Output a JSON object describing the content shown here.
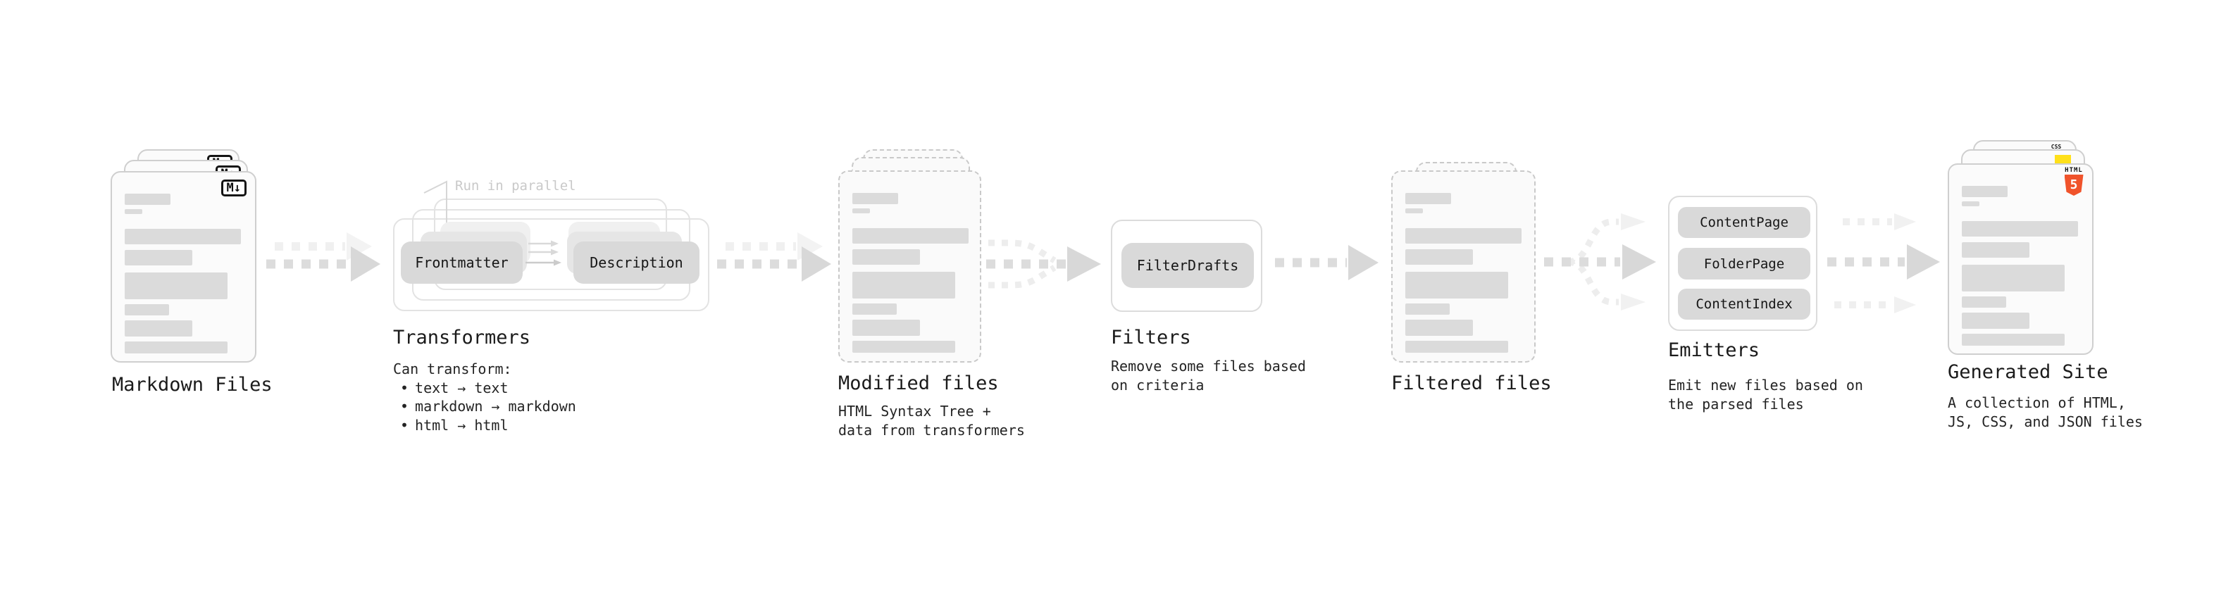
{
  "colors": {
    "html5_orange": "#f0532b",
    "css_blue": "#2e6bf0",
    "js_yellow": "#ffe01a",
    "pill_gray": "#d9d9d9",
    "doc_border_gray": "#cfcfcf",
    "arrow_gray": "#dadada",
    "arrow_light_gray": "#efefef",
    "annotation_gray": "#c9c9c9",
    "text_color": "#1c1c1c"
  },
  "stations": {
    "markdown_files": {
      "label": "Markdown Files",
      "file_badge": "M↓"
    },
    "transformers": {
      "label": "Transformers",
      "annotation": "Run in parallel",
      "pills": [
        "Frontmatter",
        "Description"
      ],
      "desc_lead": "Can transform:",
      "bullet_char": "•",
      "bullets": [
        "text → text",
        "markdown → markdown",
        "html → html"
      ]
    },
    "modified_files": {
      "label": "Modified files",
      "desc": [
        "HTML Syntax Tree +",
        "data from transformers"
      ]
    },
    "filters": {
      "label": "Filters",
      "pills": [
        "FilterDrafts"
      ],
      "desc": [
        "Remove some files based",
        "on criteria"
      ]
    },
    "filtered_files": {
      "label": "Filtered files"
    },
    "emitters": {
      "label": "Emitters",
      "pills": [
        "ContentPage",
        "FolderPage",
        "ContentIndex"
      ],
      "desc": [
        "Emit new files based on",
        "the parsed files"
      ]
    },
    "generated_site": {
      "label": "Generated Site",
      "desc": [
        "A collection of HTML,",
        "JS, CSS, and JSON files"
      ],
      "html5_badge_text": "HTML",
      "html5_badge_number": "5",
      "css_badge_text": "CSS"
    }
  }
}
